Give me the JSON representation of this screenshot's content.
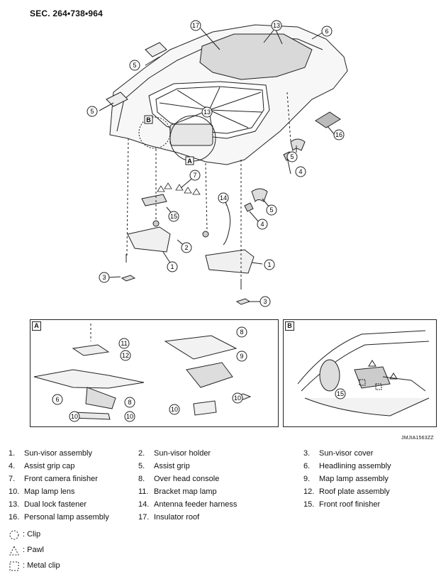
{
  "section_code": "SEC. 264•738•964",
  "image_code": "JMJIA1563ZZ",
  "callouts": {
    "n1": "1",
    "n2": "2",
    "n3": "3",
    "n4": "4",
    "n5": "5",
    "n6": "6",
    "n7": "7",
    "n8": "8",
    "n9": "9",
    "n10": "10",
    "n11": "11",
    "n12": "12",
    "n13": "13",
    "n14": "14",
    "n15": "15",
    "n16": "16",
    "n17": "17"
  },
  "insets": {
    "a": "A",
    "b": "B"
  },
  "legend": [
    {
      "num": "1.",
      "name": "Sun-visor assembly"
    },
    {
      "num": "2.",
      "name": "Sun-visor holder"
    },
    {
      "num": "3.",
      "name": "Sun-visor cover"
    },
    {
      "num": "4.",
      "name": "Assist grip cap"
    },
    {
      "num": "5.",
      "name": "Assist grip"
    },
    {
      "num": "6.",
      "name": "Headlining assembly"
    },
    {
      "num": "7.",
      "name": "Front camera finisher"
    },
    {
      "num": "8.",
      "name": "Over head console"
    },
    {
      "num": "9.",
      "name": "Map lamp assembly"
    },
    {
      "num": "10.",
      "name": "Map lamp lens"
    },
    {
      "num": "11.",
      "name": "Bracket map lamp"
    },
    {
      "num": "12.",
      "name": "Roof plate assembly"
    },
    {
      "num": "13.",
      "name": "Dual lock fastener"
    },
    {
      "num": "14.",
      "name": "Antenna feeder harness"
    },
    {
      "num": "15.",
      "name": "Front roof finisher"
    },
    {
      "num": "16.",
      "name": "Personal lamp assembly"
    },
    {
      "num": "17.",
      "name": "Insulator roof"
    }
  ],
  "symbols": [
    {
      "icon": "clip-circle-icon",
      "label": ": Clip"
    },
    {
      "icon": "pawl-triangle-icon",
      "label": ": Pawl"
    },
    {
      "icon": "metal-clip-square-icon",
      "label": ": Metal clip"
    }
  ]
}
